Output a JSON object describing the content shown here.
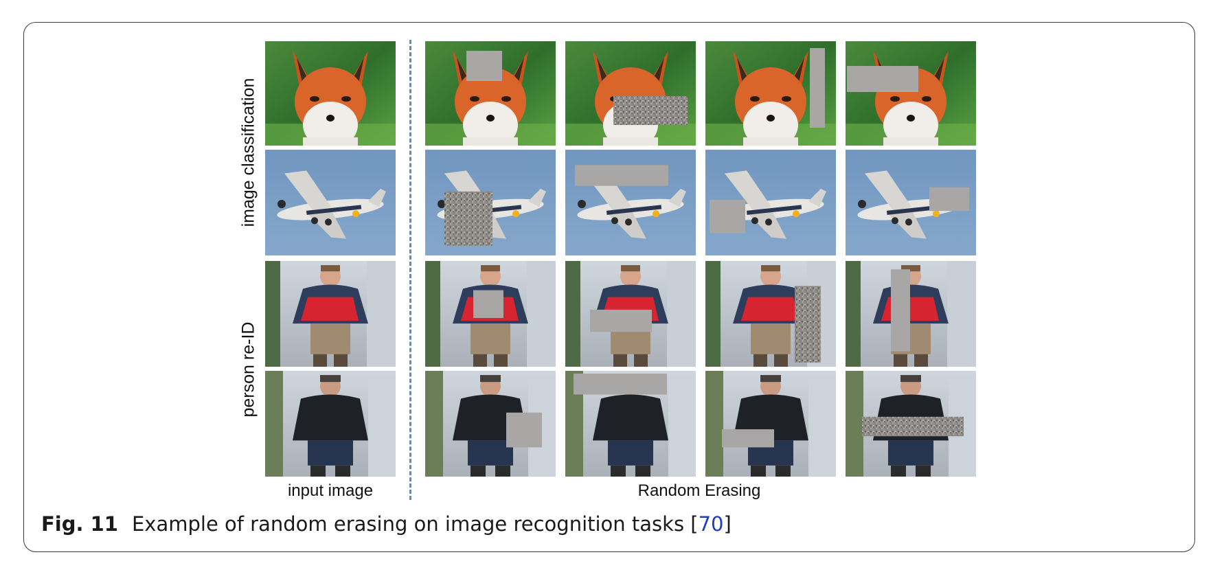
{
  "row_labels": {
    "image_classification": "image classification",
    "person_reid": "person re-ID"
  },
  "column_labels": {
    "input": "input image",
    "random_erasing": "Random Erasing"
  },
  "caption": {
    "figure_number": "Fig. 11",
    "text": "Example of random erasing on image recognition tasks [",
    "reference": "70",
    "text_end": "]"
  },
  "colors": {
    "erase_gray": "#a9a6a6",
    "sky_blue": "#7b9fc4",
    "frame": "#3a3a3a",
    "reference_link": "#1f3fbf"
  },
  "grid": {
    "rows": [
      "fox",
      "airplane",
      "person-red-jacket",
      "person-dark-jacket"
    ],
    "columns": [
      "input",
      "erasing-1",
      "erasing-2",
      "erasing-3",
      "erasing-4"
    ]
  }
}
